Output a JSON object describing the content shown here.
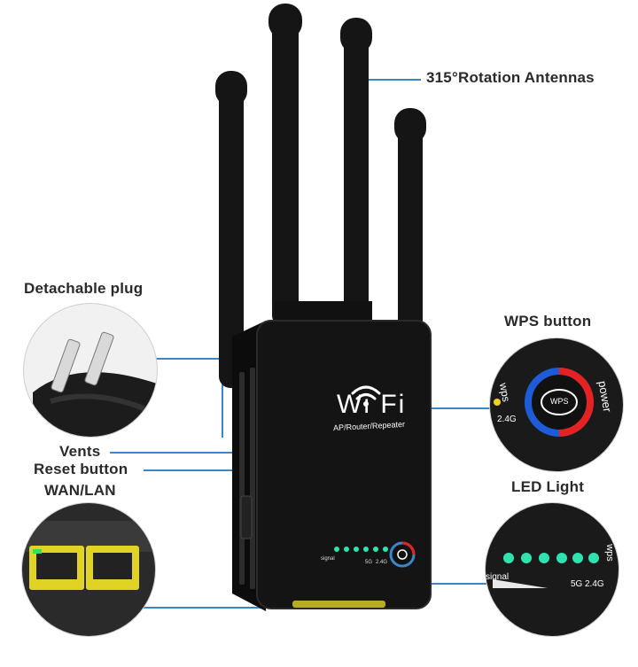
{
  "labels": {
    "antennas": "315°Rotation Antennas",
    "plug": "Detachable plug",
    "wps": "WPS button",
    "vents": "Vents",
    "reset": "Reset button",
    "wanlan": "WAN/LAN",
    "led": "LED Light"
  },
  "device": {
    "brand": "Wi Fi",
    "subtitle": "AP/Router/Repeater",
    "indicator_labels": {
      "signal": "signal",
      "g5": "5G",
      "g24": "2.4G"
    }
  },
  "wps_closeup": {
    "ring_text": "WPS",
    "left_text": "wps",
    "left_text2": "2.4G",
    "right_text": "power"
  },
  "led_closeup": {
    "signal": "signal",
    "g5": "5G",
    "g24": "2.4G",
    "wps": "wps"
  },
  "colors": {
    "accent_line": "#3a86c8",
    "device": "#141414",
    "led": "#2fe3b0",
    "port": "#e1d323"
  }
}
